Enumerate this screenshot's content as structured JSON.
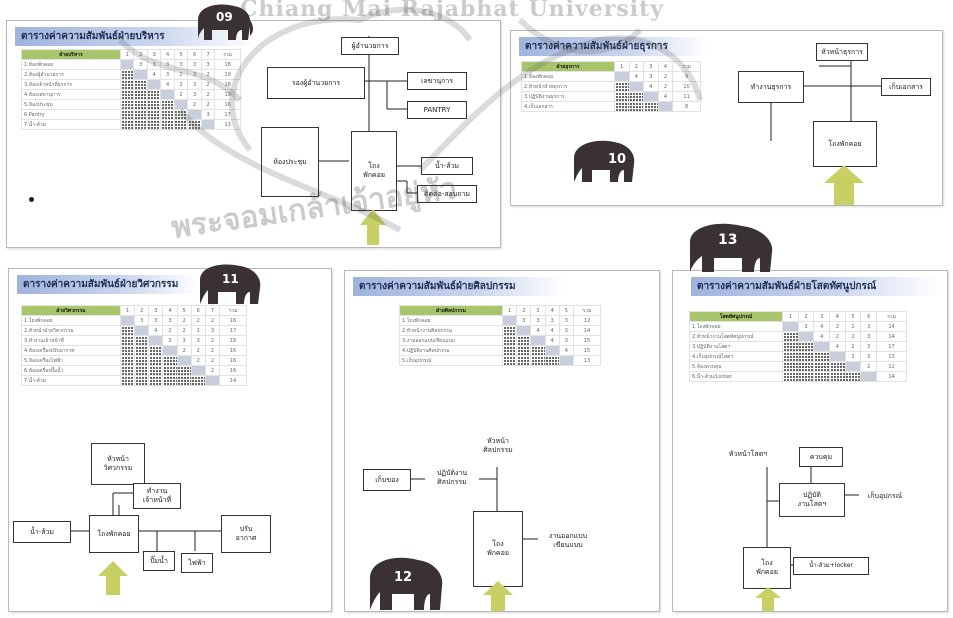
{
  "p1": {
    "title": "ตารางค่าความสัมพันธ์ฝ่ายบริหาร",
    "header": "ฝ่ายบริหาร",
    "rows": [
      "1.ห้องพักคอย",
      "2.ห้องผู้อำนวยการ",
      "3.ห้องเจ้าหน้าที่ธุรการ",
      "4.ห้องเลขานุการ",
      "5.ห้องประชุม",
      "6.Pantry",
      "7.น้ำ-ส้วม"
    ],
    "boxes": {
      "director": "ผู้อำนวยการ",
      "deputy": "รองผู้อำนวยการ",
      "secretary": "เลขานุการ",
      "pantry": "PANTRY",
      "meeting": "ห้องประชุม",
      "lobby": "โถง\nพักคอย",
      "wc": "น้ำ-ส้วม",
      "contact": "ติดต่อ-สอบถาม"
    },
    "badge": "09"
  },
  "p2": {
    "title": "ตารางค่าความสัมพันธ์ฝ่ายธุรการ",
    "header": "ฝ่ายธุรการ",
    "rows": [
      "1.ห้องพักคอย",
      "2.หัวหน้าฝ่ายธุรการ",
      "3.ปฏิบัติงานธุรการ",
      "4.เก็บเอกสาร"
    ],
    "boxes": {
      "head": "หัวหน้าธุรการ",
      "work": "ทำงานธุรการ",
      "docs": "เก็บเอกสาร",
      "lobby": "โถงพักคอย"
    },
    "badge": "10"
  },
  "p3": {
    "title": "ตารางค่าความสัมพันธ์ฝ่ายวิศวกรรม",
    "header": "ฝ่ายวิศวกรรม",
    "rows": [
      "1.โถงพักคอย",
      "2.หัวหน้าฝ่ายวิศวกรรม",
      "3.ทำงานเจ้าหน้าที่",
      "4.ห้องเครื่องปรับอากาศ",
      "5.ห้องเครื่องไฟฟ้า",
      "6.ห้องเครื่องปั๊มน้ำ",
      "7.น้ำ-ส้วม"
    ],
    "boxes": {
      "head": "หัวหน้า\nวิศวกรรม",
      "staff": "ทำงาน\nเจ้าหน้าที่",
      "wc": "น้ำ-ส้วม",
      "lobby": "โถงพักคอย",
      "ac": "ปรับ\nอากาศ",
      "pump": "ปั๊มน้ำ",
      "power": "ไฟฟ้า"
    },
    "badge": "11"
  },
  "p4": {
    "title": "ตารางค่าความสัมพันธ์ฝ่ายศิลปกรรม",
    "header": "ฝ่ายศิลปกรรม",
    "rows": [
      "1.โถงพักคอย",
      "2.หัวหน้างานศิลปกรรม",
      "3.งานออกแบบเขียนแบบ",
      "4.ปฏิบัติงานศิลปกรรม",
      "5.เก็บอุปกรณ์"
    ],
    "boxes": {
      "head": "หัวหน้า\nศิลปกรรม",
      "work": "ปฏิบัติงาน\nศิลปกรรม",
      "store": "เก็บของ",
      "lobby": "โถง\nพักคอย",
      "design": "งานออกแบบ\nเขียนแบบ"
    },
    "badge": "12"
  },
  "p5": {
    "title": "ตารางค่าความสัมพันธ์ฝ่ายโสตทัศนูปกรณ์",
    "header": "โสตทัศนูปกรณ์",
    "rows": [
      "1.โถงพักคอย",
      "2.หัวหน้างานโสตทัศนูปกรณ์",
      "3.ปฏิบัติงานโสตฯ",
      "4.เก็บอุปกรณ์โสตฯ",
      "5.ห้องควบคุม",
      "6.น้ำ-ส้วม/Locker"
    ],
    "boxes": {
      "head": "หัวหน้าโสตฯ",
      "control": "ควบคุม",
      "work": "ปฏิบัติ\nงานโสตฯ",
      "store": "เก็บอุปกรณ์",
      "lobby": "โถง\nพักคอย",
      "wc": "น้ำ-ส้วม+locker"
    },
    "badge": "13"
  },
  "watermark": {
    "top": "Chiang Mai Rajabhat University",
    "arc": "พระจอมเกล้าเจ้าอยู่หัว"
  },
  "colors": {
    "arrow": "#c8d064",
    "titleBar": "#9fb3dc",
    "header": "#a9c56b",
    "diag": "#c8cedb",
    "elephant": "#3a3232"
  }
}
